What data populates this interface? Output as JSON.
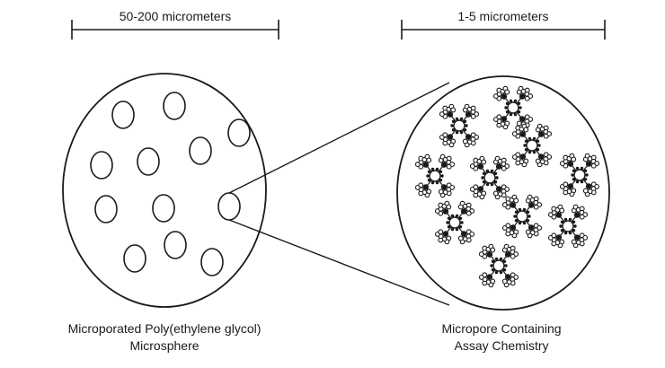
{
  "left_scale": {
    "label": "50-200 micrometers"
  },
  "right_scale": {
    "label": "1-5 micrometers"
  },
  "left_caption": {
    "line1": "Microporated Poly(ethylene glycol)",
    "line2": "Microsphere"
  },
  "right_caption": {
    "line1": "Micropore Containing",
    "line2": "Assay Chemistry"
  },
  "colors": {
    "ink": "#1a1a1a",
    "background": "#ffffff"
  }
}
